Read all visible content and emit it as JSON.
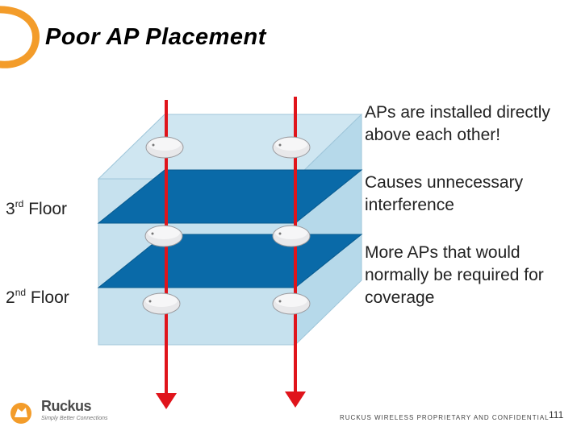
{
  "slide": {
    "title": "Poor AP Placement",
    "bullets": [
      "APs are installed directly above each other!",
      "Causes unnecessary interference",
      "More APs that would normally be required for coverage"
    ],
    "floors": [
      {
        "ordinal": "3",
        "suffix": "rd",
        "word": "Floor"
      },
      {
        "ordinal": "2",
        "suffix": "nd",
        "word": "Floor"
      }
    ],
    "footer": "RUCKUS WIRELESS PROPRIETARY AND CONFIDENTIAL",
    "page_number": "111",
    "logo": {
      "brand": "Ruckus",
      "tagline": "Simply Better Connections"
    }
  },
  "colors": {
    "accent_orange": "#f39c2a",
    "box_light_blue": "#a9d3e8",
    "floor_blue": "#0a6aa8",
    "signal_red": "#e0141b"
  }
}
